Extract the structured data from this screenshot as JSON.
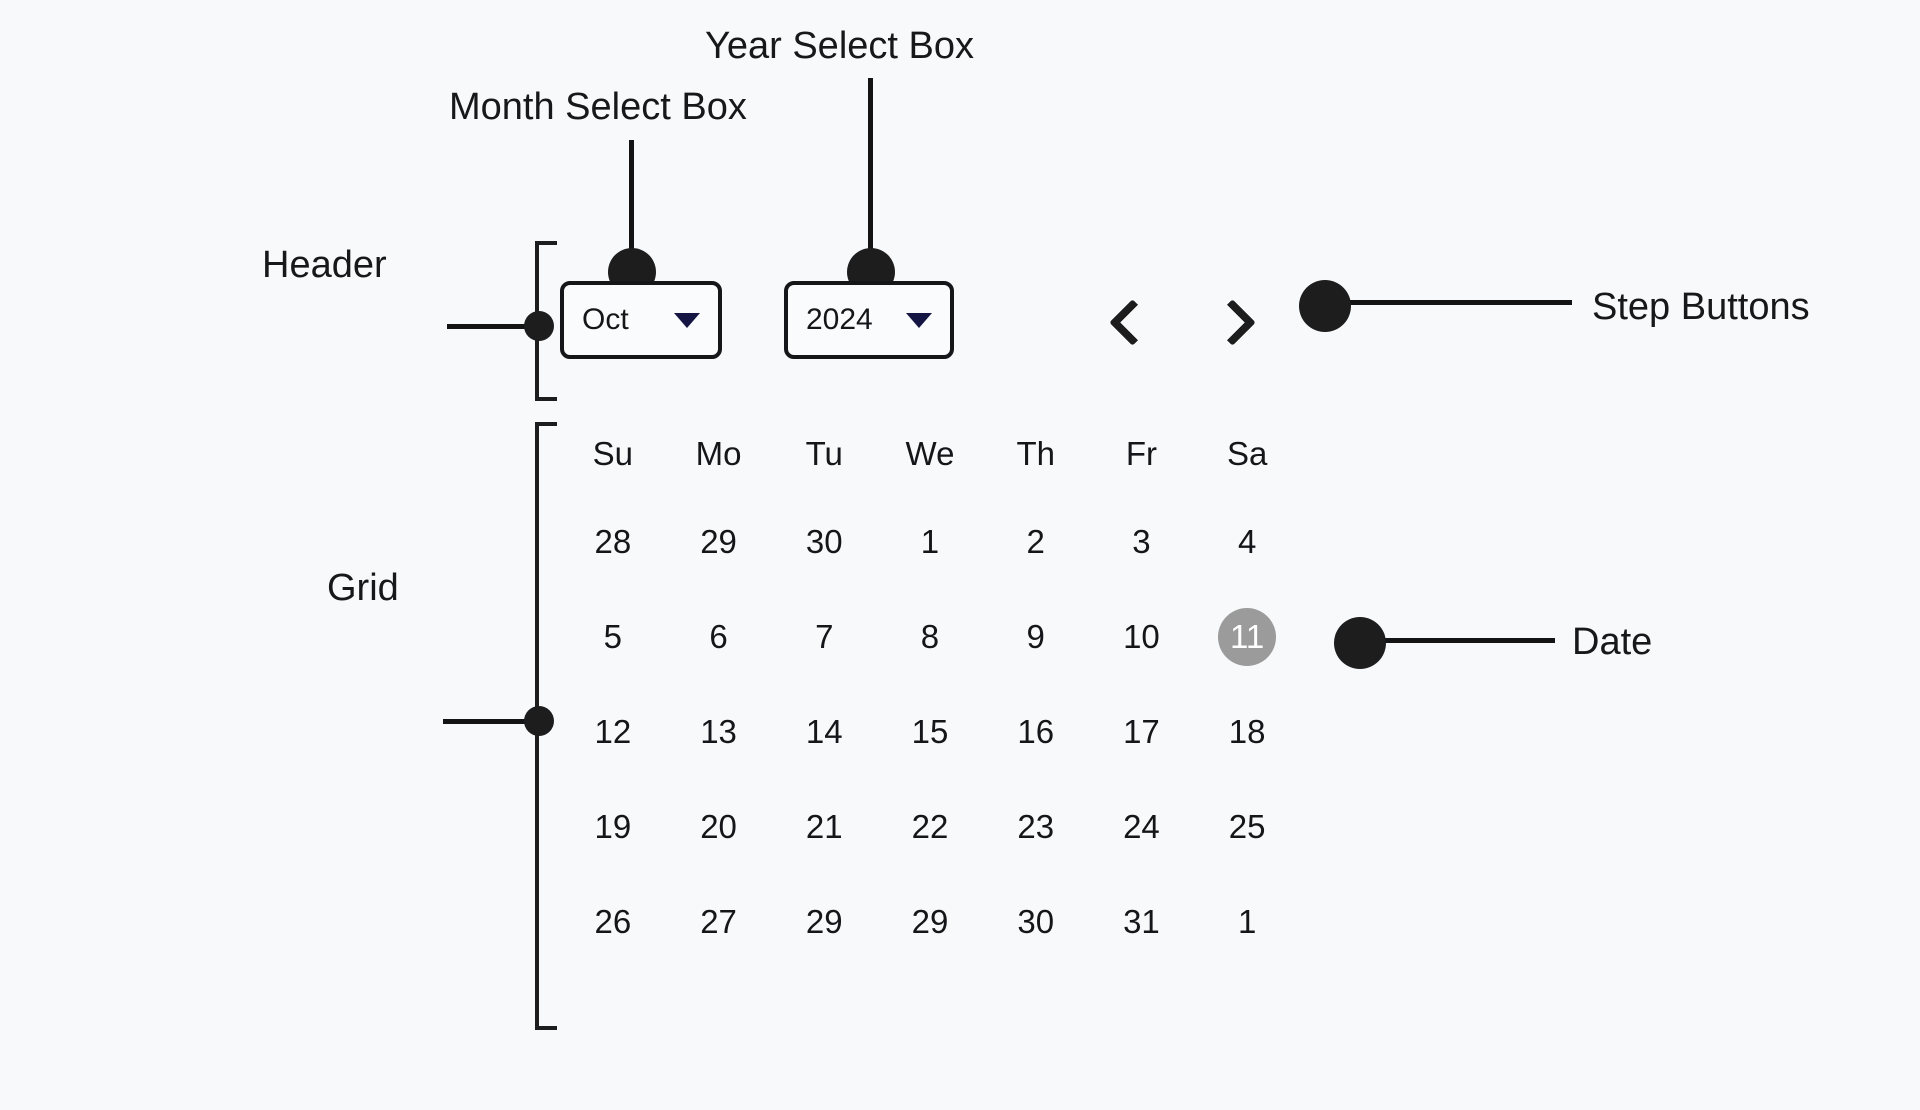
{
  "canvas": {
    "background": "#f7f9fb",
    "ink": "#15161a",
    "accent_caret": "#151544",
    "selected_bg": "#9b9b9b",
    "selected_fg": "#ffffff"
  },
  "annotations": {
    "month_select": "Month Select Box",
    "year_select": "Year Select Box",
    "header": "Header",
    "grid": "Grid",
    "step_buttons": "Step Buttons",
    "date": "Date"
  },
  "calendar": {
    "header": {
      "month": {
        "value": "Oct",
        "caret_icon": "chevron-down-icon"
      },
      "year": {
        "value": "2024",
        "caret_icon": "chevron-down-icon"
      },
      "prev_button": {
        "icon": "chevron-left-icon"
      },
      "next_button": {
        "icon": "chevron-right-icon"
      }
    },
    "weekdays": [
      "Su",
      "Mo",
      "Tu",
      "We",
      "Th",
      "Fr",
      "Sa"
    ],
    "weeks": [
      [
        "28",
        "29",
        "30",
        "1",
        "2",
        "3",
        "4"
      ],
      [
        "5",
        "6",
        "7",
        "8",
        "9",
        "10",
        "11"
      ],
      [
        "12",
        "13",
        "14",
        "15",
        "16",
        "17",
        "18"
      ],
      [
        "19",
        "20",
        "21",
        "22",
        "23",
        "24",
        "25"
      ],
      [
        "26",
        "27",
        "29",
        "29",
        "30",
        "31",
        "1"
      ]
    ],
    "selected": {
      "week": 1,
      "index": 6,
      "value": "11"
    }
  }
}
